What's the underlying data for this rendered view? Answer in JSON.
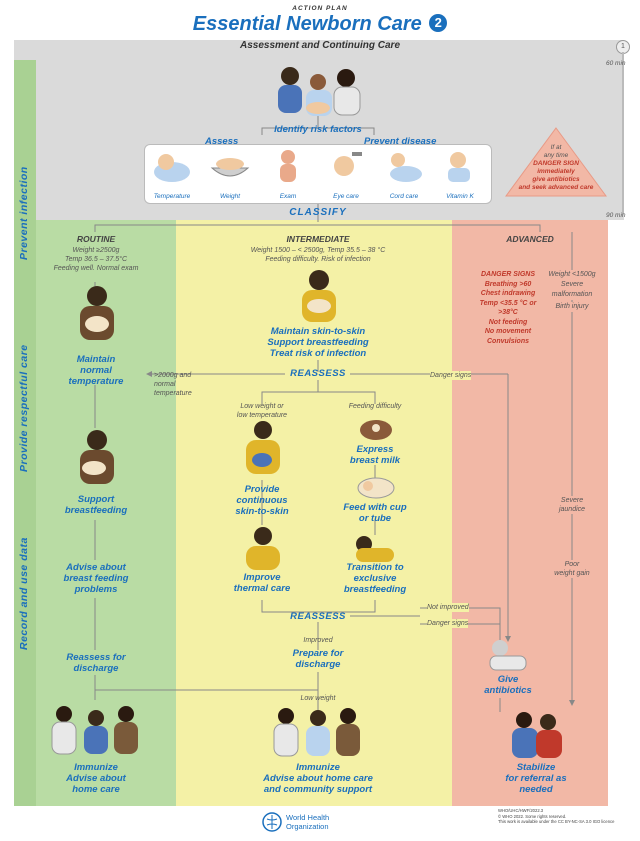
{
  "header": {
    "overline": "ACTION PLAN",
    "title": "Essential Newborn Care",
    "number": "2",
    "subtitle": "Assessment and Continuing Care"
  },
  "timeline": {
    "top_label": "60 min",
    "bottom_label": "90 min"
  },
  "side_labels": [
    "Prevent infection",
    "Provide respectful care",
    "Record and use data"
  ],
  "top": {
    "identify": "Identify risk factors",
    "assess": "Assess",
    "prevent": "Prevent disease",
    "items": [
      "Temperature",
      "Weight",
      "Exam",
      "Eye care",
      "Cord care",
      "Vitamin K"
    ],
    "danger_note": [
      "If at",
      "any time",
      "DANGER SIGN",
      "immediately",
      "give antibiotics",
      "and seek advanced care"
    ],
    "classify": "CLASSIFY"
  },
  "routine": {
    "heading": "ROUTINE",
    "criteria": [
      "Weight ≥2500g",
      "Temp 36.5 – 37.5°C",
      "Feeding well. Normal exam"
    ],
    "step1": [
      "Maintain",
      "normal",
      "temperature"
    ],
    "step2": [
      "Support",
      "breastfeeding"
    ],
    "step3": [
      "Advise about",
      "breast feeding",
      "problems"
    ],
    "step4": [
      "Reassess for",
      "discharge"
    ],
    "final": [
      "Immunize",
      "Advise about",
      "home care"
    ]
  },
  "intermediate": {
    "heading": "INTERMEDIATE",
    "criteria": [
      "Weight 1500 – < 2500g, Temp 35.5 – 38 °C",
      "Feeding difficulty. Risk of infection"
    ],
    "step1": [
      "Maintain skin-to-skin",
      "Support breastfeeding",
      "Treat risk of infection"
    ],
    "reassess1": "REASSESS",
    "to_routine": [
      ">2000g and",
      "normal",
      "temperature"
    ],
    "danger": "Danger signs",
    "low_weight": [
      "Low weight or",
      "low temperature"
    ],
    "feeding_difficulty": "Feeding difficulty",
    "express": [
      "Express",
      "breast milk"
    ],
    "continuous": [
      "Provide",
      "continuous",
      "skin-to-skin"
    ],
    "cup": [
      "Feed with cup",
      "or tube"
    ],
    "thermal": [
      "Improve",
      "thermal care"
    ],
    "transition": [
      "Transition to",
      "exclusive",
      "breastfeeding"
    ],
    "reassess2": "REASSESS",
    "not_improved": "Not improved",
    "danger2": "Danger signs",
    "improved": "Improved",
    "discharge": [
      "Prepare for",
      "discharge"
    ],
    "low_weight2": "Low weight",
    "final": [
      "Immunize",
      "Advise about home care",
      "and community support"
    ]
  },
  "advanced": {
    "heading": "ADVANCED",
    "danger_title": "DANGER SIGNS",
    "danger_list": [
      "Breathing >60",
      "Chest indrawing",
      "Temp <35.5 °C or",
      ">38°C",
      "Not feeding",
      "No movement",
      "Convulsions"
    ],
    "weight_list": [
      "Weight <1500g",
      "Severe",
      "malformation",
      "Birth injury"
    ],
    "jaundice": [
      "Severe",
      "jaundice"
    ],
    "poor_gain": [
      "Poor",
      "weight gain"
    ],
    "antibiotics": [
      "Give",
      "antibiotics"
    ],
    "stabilize": [
      "Stabilize",
      "for referral as",
      "needed"
    ]
  },
  "footer": {
    "org": [
      "World Health",
      "Organization"
    ],
    "fineprint": [
      "WHO/UHC/HWF/2022.3",
      "© WHO 2022. Some rights reserved.",
      "This work is available under the CC BY-NC-SA 3.0 IGO licence"
    ]
  },
  "colors": {
    "blue": "#1a6fbd",
    "green_band": "#b9dca4",
    "yellow_band": "#f4f1a6",
    "red_band": "#f2b8a6",
    "gray_band": "#d9d9d9"
  }
}
